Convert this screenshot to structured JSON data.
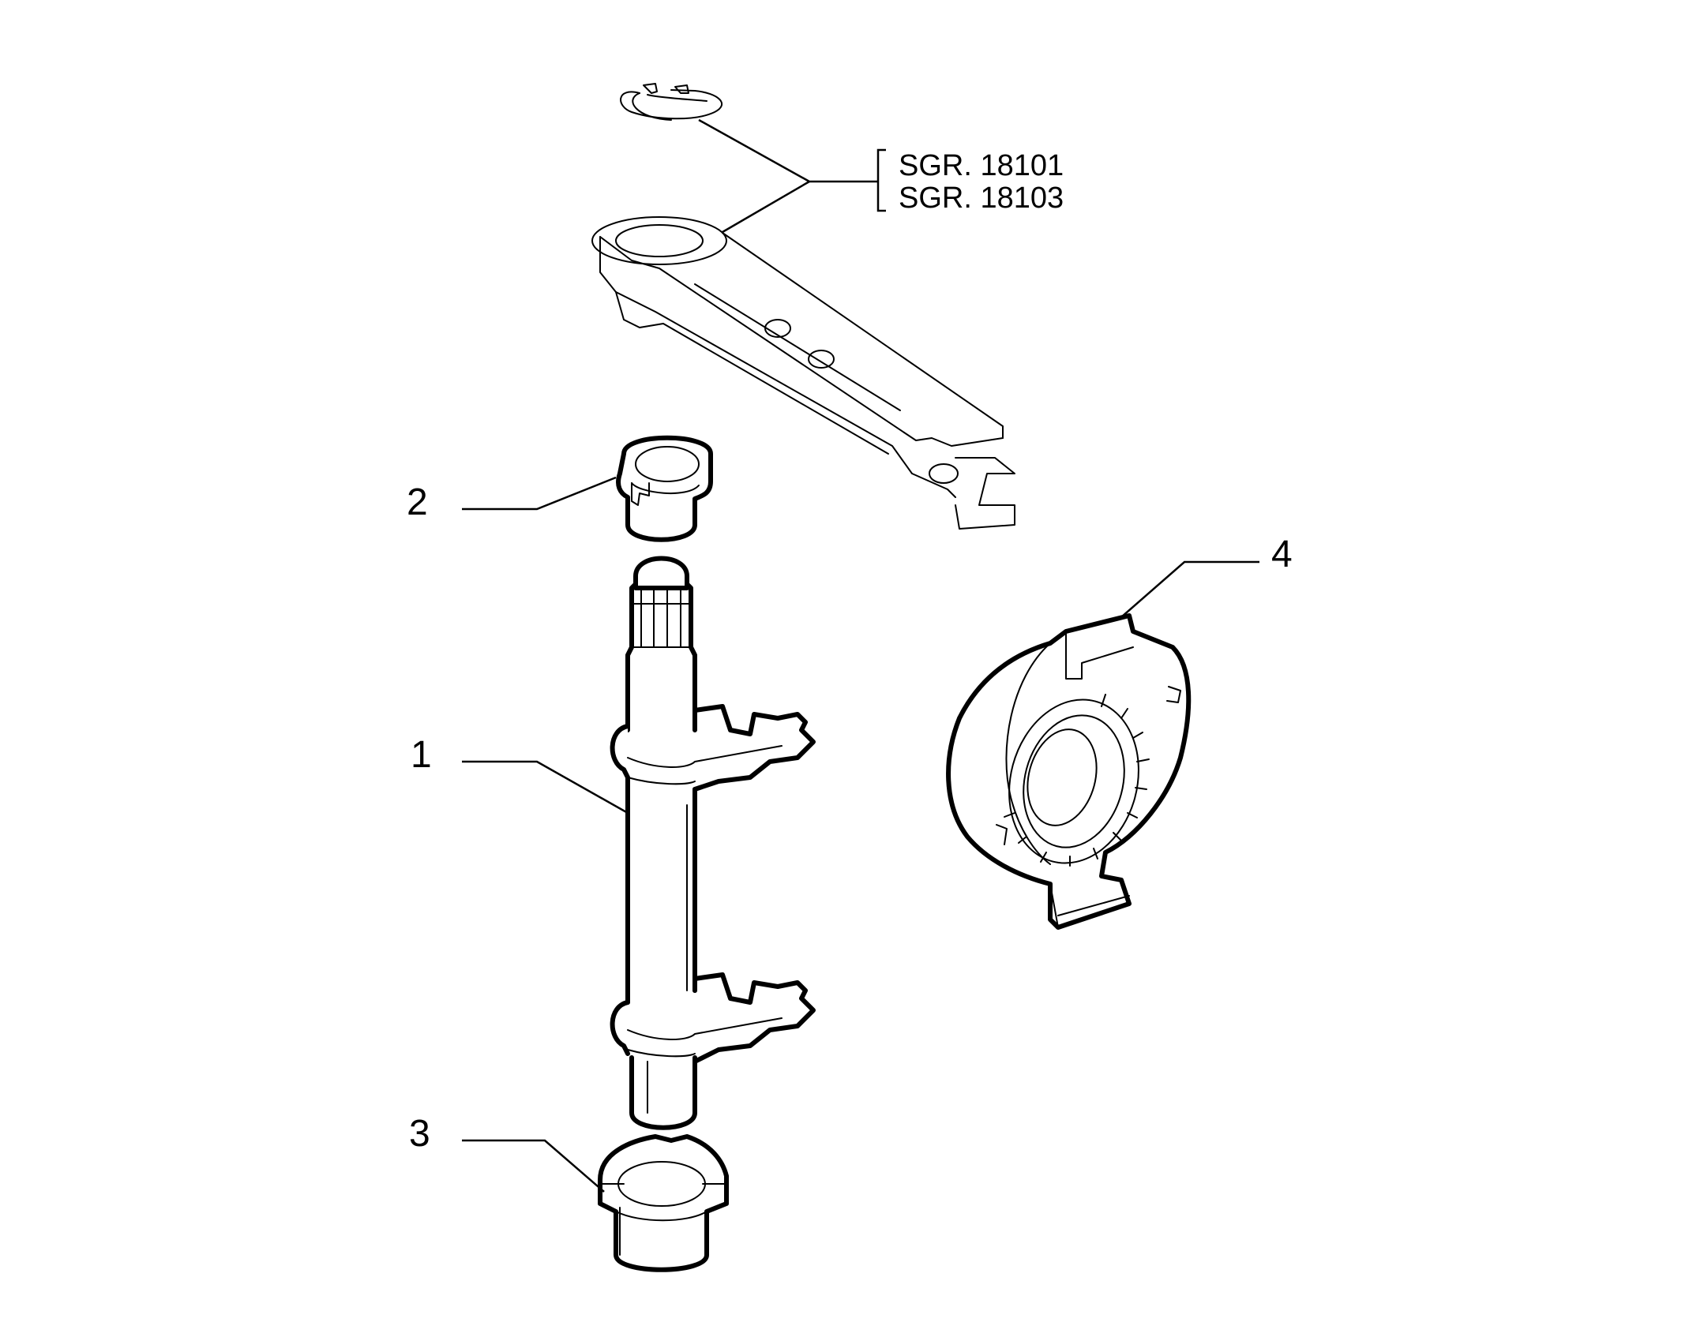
{
  "diagram": {
    "reference_bracket": {
      "lines": [
        "SGR. 18101",
        "SGR. 18103"
      ]
    },
    "callouts": [
      {
        "number": "1",
        "part": "fork-shaft"
      },
      {
        "number": "2",
        "part": "upper-bushing"
      },
      {
        "number": "3",
        "part": "lower-bushing"
      },
      {
        "number": "4",
        "part": "release-bearing"
      }
    ],
    "colors": {
      "line": "#000000",
      "background": "#ffffff"
    }
  }
}
